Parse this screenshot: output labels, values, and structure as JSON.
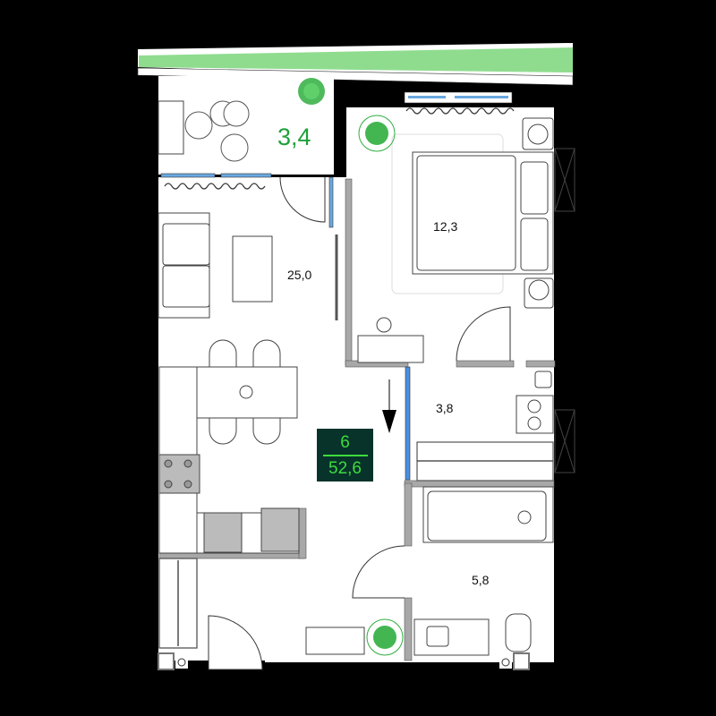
{
  "plan": {
    "total": {
      "rooms": "6",
      "area": "52,6"
    },
    "rooms": [
      {
        "id": "balcony",
        "area": "3,4"
      },
      {
        "id": "bedroom",
        "area": "12,3"
      },
      {
        "id": "living-kitchen",
        "area": "25,0"
      },
      {
        "id": "wardrobe",
        "area": "3,8"
      },
      {
        "id": "bathroom",
        "area": "5,8"
      }
    ],
    "colors": {
      "background": "#000000",
      "floor": "#ffffff",
      "wall": "#a8a8a8",
      "glass": "#6aa8e0",
      "greenery": "#8fdc8f",
      "plant": "#2fae3e",
      "badge_bg": "#07332a",
      "badge_text": "#3ddc3d"
    }
  }
}
